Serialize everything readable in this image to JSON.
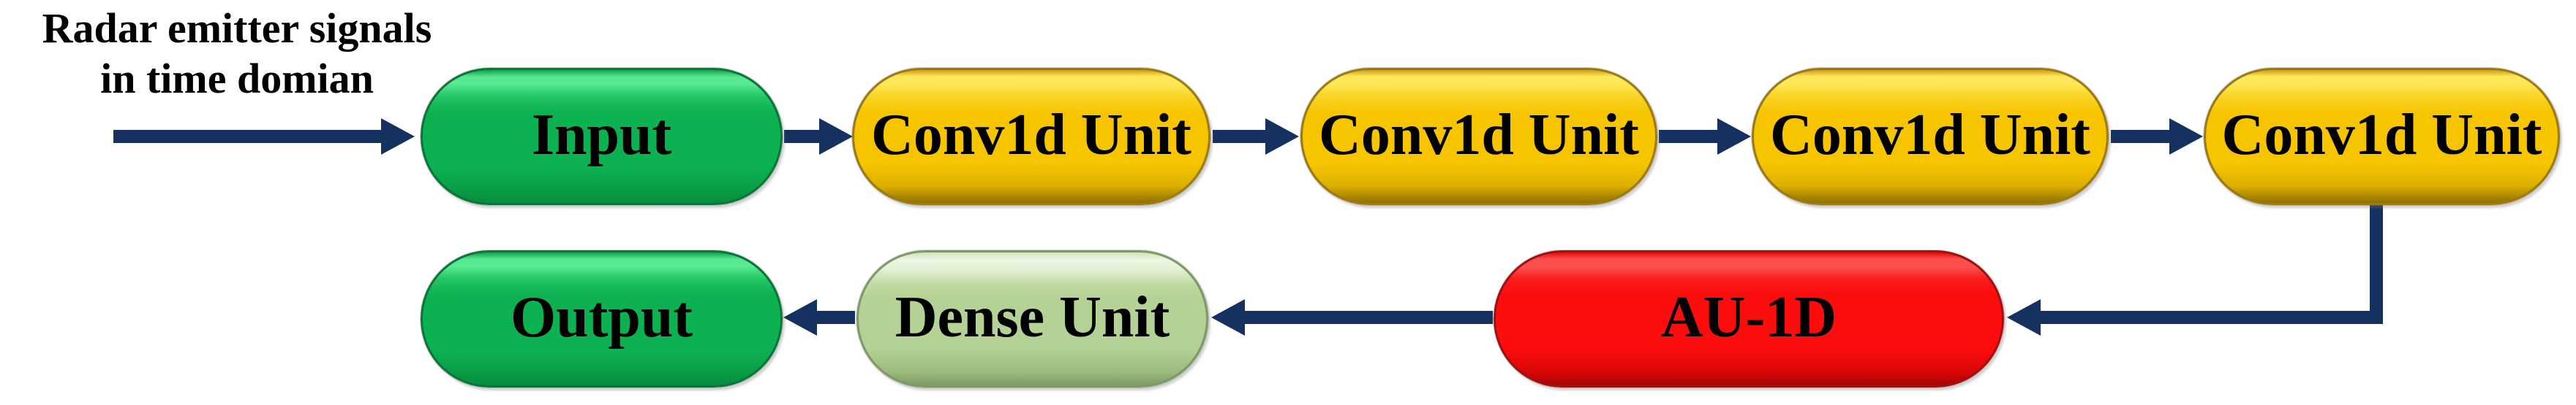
{
  "title": {
    "line1": "Radar emitter signals",
    "line2": "in time domian"
  },
  "nodes": [
    {
      "id": "input",
      "label": "Input",
      "color": "#0cb151"
    },
    {
      "id": "conv1d-1",
      "label": "Conv1d Unit",
      "color": "#f6c500"
    },
    {
      "id": "conv1d-2",
      "label": "Conv1d Unit",
      "color": "#f6c500"
    },
    {
      "id": "conv1d-3",
      "label": "Conv1d Unit",
      "color": "#f6c500"
    },
    {
      "id": "conv1d-4",
      "label": "Conv1d Unit",
      "color": "#f6c500"
    },
    {
      "id": "au-1d",
      "label": "AU-1D",
      "color": "#fb0d0d"
    },
    {
      "id": "dense",
      "label": "Dense Unit",
      "color": "#b4d295"
    },
    {
      "id": "output",
      "label": "Output",
      "color": "#0cb151"
    }
  ],
  "connectors": {
    "color": "#14315f",
    "text_color": "#000000",
    "flow": [
      "radar-signals -> input",
      "input -> conv1d-1",
      "conv1d-1 -> conv1d-2",
      "conv1d-2 -> conv1d-3",
      "conv1d-3 -> conv1d-4",
      "conv1d-4 -> au-1d (elbow down-left)",
      "au-1d -> dense",
      "dense -> output"
    ]
  }
}
